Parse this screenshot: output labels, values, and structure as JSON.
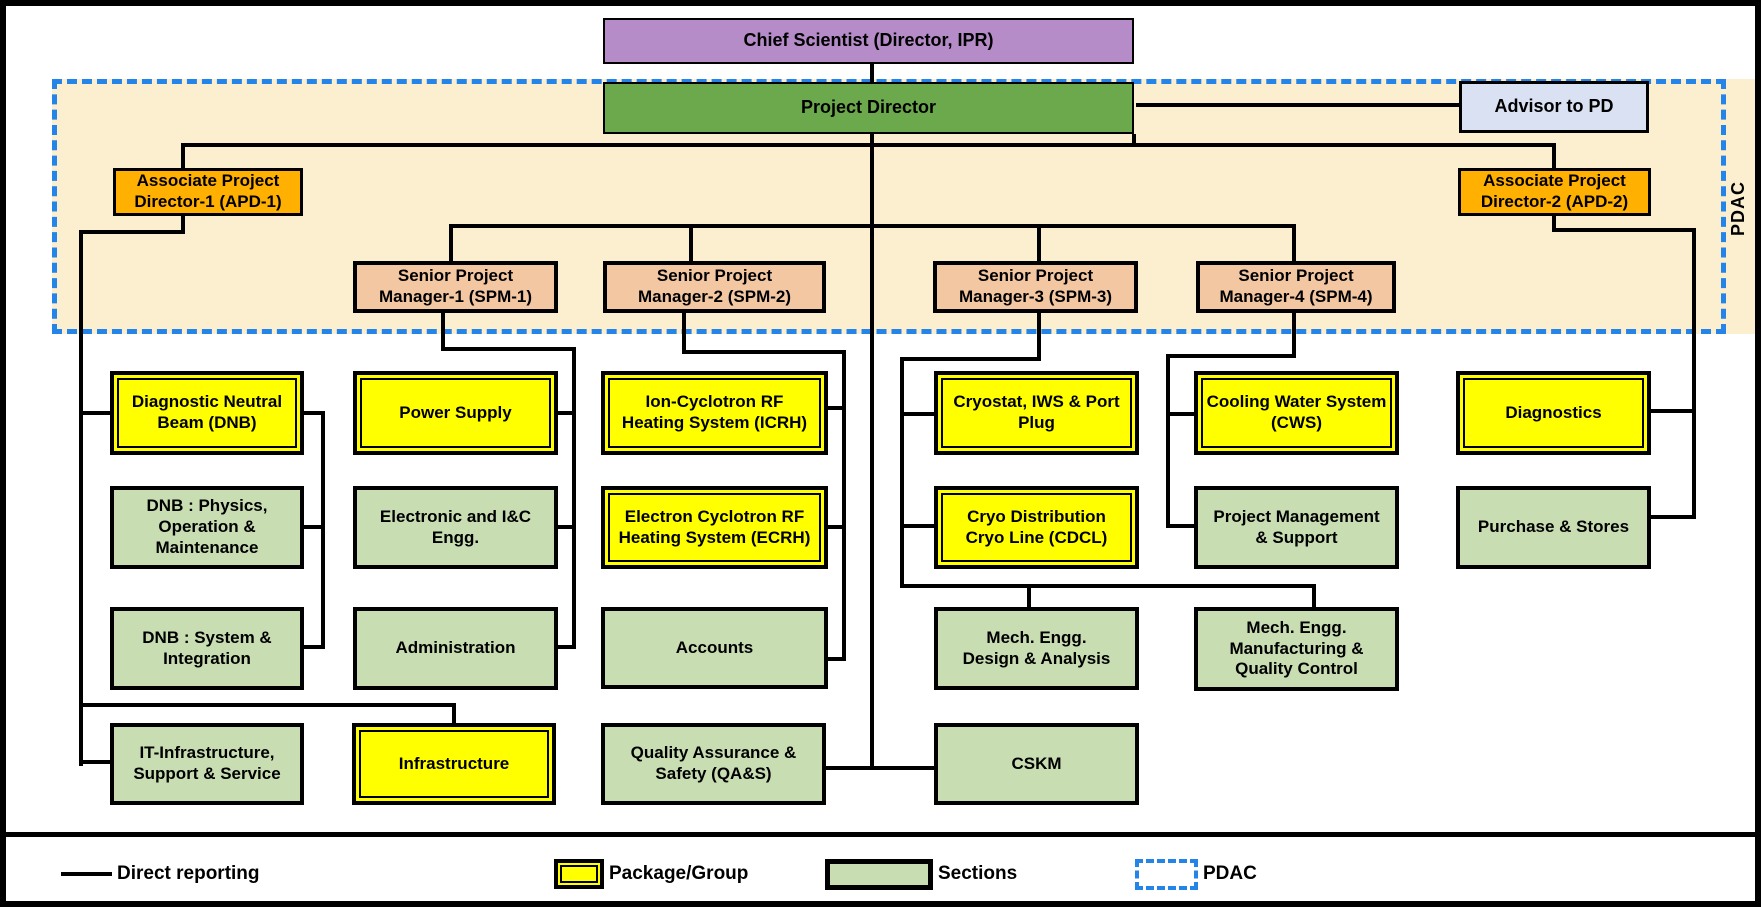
{
  "diagram_type": "organization-chart",
  "colors": {
    "chief_fill": "#B58BC8",
    "director_fill": "#6CA84C",
    "advisor_fill": "#D9E1F2",
    "apd_fill": "#FFB000",
    "spm_fill": "#F4C7A3",
    "package_fill": "#FFFF00",
    "section_fill": "#C8DDB2",
    "pdac_band_fill": "#FCEFD0",
    "pdac_border": "#2484E8",
    "connector": "#000000"
  },
  "pdac_side_label": "PDAC",
  "nodes": {
    "chief_scientist": {
      "label": "Chief Scientist (Director, IPR)",
      "type": "role"
    },
    "project_director": {
      "label": "Project Director",
      "type": "role"
    },
    "advisor": {
      "label": "Advisor to PD",
      "type": "role"
    },
    "apd1": {
      "label": "Associate Project\nDirector-1 (APD-1)",
      "type": "role"
    },
    "apd2": {
      "label": "Associate Project\nDirector-2 (APD-2)",
      "type": "role"
    },
    "spm1": {
      "label": "Senior Project\nManager-1 (SPM-1)",
      "type": "role"
    },
    "spm2": {
      "label": "Senior Project\nManager-2 (SPM-2)",
      "type": "role"
    },
    "spm3": {
      "label": "Senior Project\nManager-3 (SPM-3)",
      "type": "role"
    },
    "spm4": {
      "label": "Senior Project\nManager-4 (SPM-4)",
      "type": "role"
    },
    "dnb": {
      "label": "Diagnostic Neutral\nBeam (DNB)",
      "type": "package"
    },
    "power_supply": {
      "label": "Power Supply",
      "type": "package"
    },
    "icrh": {
      "label": "Ion-Cyclotron RF\nHeating System (ICRH)",
      "type": "package"
    },
    "cryostat": {
      "label": "Cryostat, IWS & Port\nPlug",
      "type": "package"
    },
    "cws": {
      "label": "Cooling Water System\n(CWS)",
      "type": "package"
    },
    "diagnostics": {
      "label": "Diagnostics",
      "type": "package"
    },
    "dnb_physics": {
      "label": "DNB : Physics,\nOperation &\nMaintenance",
      "type": "section"
    },
    "electronic": {
      "label": "Electronic and I&C\nEngg.",
      "type": "section"
    },
    "ecrh": {
      "label": "Electron Cyclotron RF\nHeating System (ECRH)",
      "type": "package"
    },
    "cdcl": {
      "label": "Cryo Distribution\nCryo Line (CDCL)",
      "type": "package"
    },
    "project_mgmt": {
      "label": "Project Management\n& Support",
      "type": "section"
    },
    "purchase": {
      "label": "Purchase & Stores",
      "type": "section"
    },
    "dnb_system": {
      "label": "DNB : System &\nIntegration",
      "type": "section"
    },
    "administration": {
      "label": "Administration",
      "type": "section"
    },
    "accounts": {
      "label": "Accounts",
      "type": "section"
    },
    "mech_design": {
      "label": "Mech. Engg.\nDesign & Analysis",
      "type": "section"
    },
    "mech_mfg": {
      "label": "Mech. Engg.\nManufacturing &\nQuality Control",
      "type": "section"
    },
    "it_infra": {
      "label": "IT-Infrastructure,\nSupport & Service",
      "type": "section"
    },
    "infrastructure": {
      "label": "Infrastructure",
      "type": "package"
    },
    "qas": {
      "label": "Quality Assurance &\nSafety (QA&S)",
      "type": "section"
    },
    "cskm": {
      "label": "CSKM",
      "type": "section"
    }
  },
  "legend": {
    "direct_reporting": "Direct reporting",
    "package_group": "Package/Group",
    "sections": "Sections",
    "pdac": "PDAC"
  }
}
